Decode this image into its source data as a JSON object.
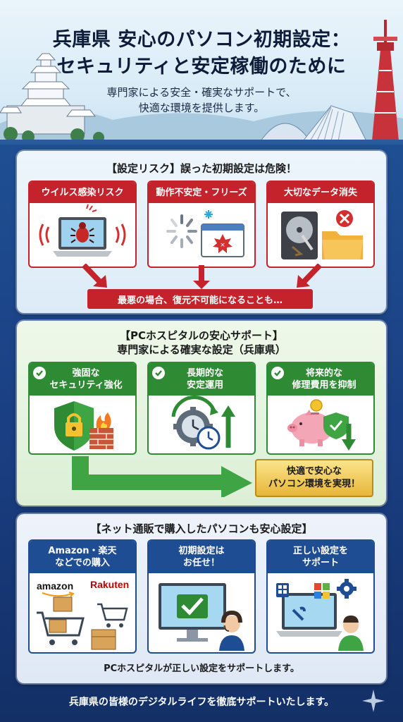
{
  "header": {
    "title_line1": "兵庫県 安心のパソコン初期設定：",
    "title_line2": "セキュリティと安定稼働のために",
    "subtitle_line1": "専門家による安全・確実なサポートで、",
    "subtitle_line2": "快適な環境を提供します。"
  },
  "risk": {
    "title": "【設定リスク】誤った初期設定は危険！",
    "cards": [
      {
        "label": "ウイルス感染リスク",
        "icon": "bug-laptop-icon"
      },
      {
        "label": "動作不安定・フリーズ",
        "icon": "loading-error-icon"
      },
      {
        "label": "大切なデータ消失",
        "icon": "hdd-folder-icon"
      }
    ],
    "warning": "最悪の場合、復元不可能になることも…"
  },
  "support": {
    "title_line1": "【PCホスピタルの安心サポート】",
    "title_line2": "専門家による確実な設定（兵庫県）",
    "cards": [
      {
        "line1": "強固な",
        "line2": "セキュリティ強化",
        "icon": "shield-lock-icon"
      },
      {
        "line1": "長期的な",
        "line2": "安定運用",
        "icon": "gear-clock-icon"
      },
      {
        "line1": "将来的な",
        "line2": "修理費用を抑制",
        "icon": "piggy-bank-icon"
      }
    ],
    "result_line1": "快適で安心な",
    "result_line2": "パソコン環境を実現！"
  },
  "net": {
    "title": "【ネット通販で購入したパソコンも安心設定】",
    "cards": [
      {
        "line1": "Amazon・楽天",
        "line2": "などでの購入",
        "icon": "shopping-cart-icon"
      },
      {
        "line1": "初期設定は",
        "line2": "お任せ！",
        "icon": "monitor-check-icon"
      },
      {
        "line1": "正しい設定を",
        "line2": "サポート",
        "icon": "laptop-settings-icon"
      }
    ],
    "brand_amazon": "amazon",
    "brand_rakuten": "Rakuten",
    "caption": "PCホスピタルが正しい設定をサポートします。"
  },
  "footer": {
    "text": "兵庫県の皆様のデジタルライフを徹底サポートいたします。"
  },
  "colors": {
    "risk_red": "#c4232b",
    "support_green": "#2f8a34",
    "net_blue": "#1f4d93",
    "gold": "#e8b63a"
  }
}
